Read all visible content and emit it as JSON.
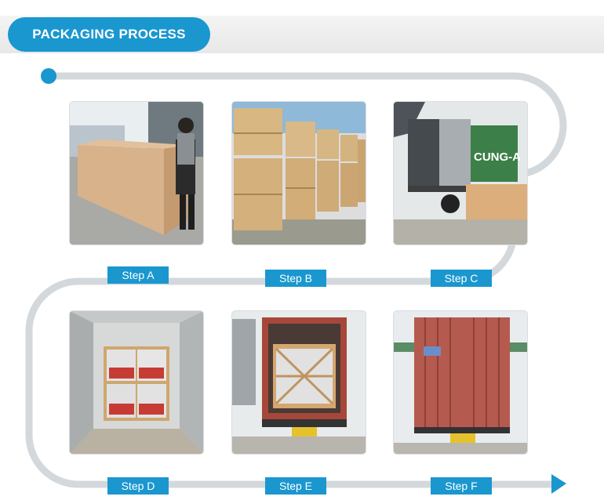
{
  "title": "PACKAGING PROCESS",
  "accent_color": "#1a97cf",
  "steps": [
    {
      "label": "Step A",
      "photo": "crate-worker-photo"
    },
    {
      "label": "Step B",
      "photo": "stacked-crates-photo"
    },
    {
      "label": "Step C",
      "photo": "crate-by-container-truck-photo"
    },
    {
      "label": "Step D",
      "photo": "crates-inside-container-photo"
    },
    {
      "label": "Step E",
      "photo": "loaded-container-truck-photo"
    },
    {
      "label": "Step F",
      "photo": "sealed-container-truck-photo"
    }
  ]
}
